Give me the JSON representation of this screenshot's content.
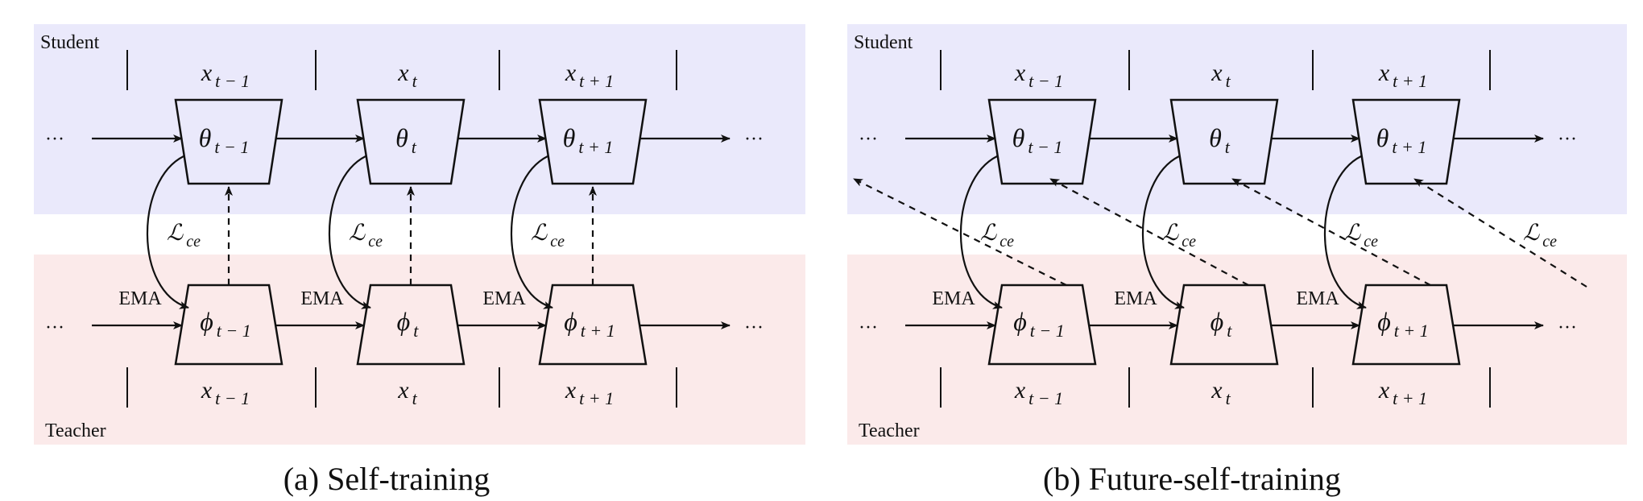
{
  "panels": [
    {
      "id": "a",
      "caption": "(a) Self-training",
      "student_label": "Student",
      "teacher_label": "Teacher",
      "top_inputs": [
        {
          "base": "x",
          "sub": "t − 1"
        },
        {
          "base": "x",
          "sub": "t"
        },
        {
          "base": "x",
          "sub": "t + 1"
        }
      ],
      "bottom_inputs": [
        {
          "base": "x",
          "sub": "t − 1"
        },
        {
          "base": "x",
          "sub": "t"
        },
        {
          "base": "x",
          "sub": "t + 1"
        }
      ],
      "student_nodes": [
        {
          "base": "θ",
          "sub": "t − 1"
        },
        {
          "base": "θ",
          "sub": "t"
        },
        {
          "base": "θ",
          "sub": "t + 1"
        }
      ],
      "teacher_nodes": [
        {
          "base": "ϕ",
          "sub": "t − 1"
        },
        {
          "base": "ϕ",
          "sub": "t"
        },
        {
          "base": "ϕ",
          "sub": "t + 1"
        }
      ],
      "ema_label": "EMA",
      "loss_label": {
        "base": "ℒ",
        "sub": "ce"
      },
      "ellipsis": "···"
    },
    {
      "id": "b",
      "caption": "(b) Future-self-training",
      "student_label": "Student",
      "teacher_label": "Teacher",
      "top_inputs": [
        {
          "base": "x",
          "sub": "t − 1"
        },
        {
          "base": "x",
          "sub": "t"
        },
        {
          "base": "x",
          "sub": "t + 1"
        }
      ],
      "bottom_inputs": [
        {
          "base": "x",
          "sub": "t − 1"
        },
        {
          "base": "x",
          "sub": "t"
        },
        {
          "base": "x",
          "sub": "t + 1"
        }
      ],
      "student_nodes": [
        {
          "base": "θ",
          "sub": "t − 1"
        },
        {
          "base": "θ",
          "sub": "t"
        },
        {
          "base": "θ",
          "sub": "t + 1"
        }
      ],
      "teacher_nodes": [
        {
          "base": "ϕ",
          "sub": "t − 1"
        },
        {
          "base": "ϕ",
          "sub": "t"
        },
        {
          "base": "ϕ",
          "sub": "t + 1"
        }
      ],
      "ema_label": "EMA",
      "loss_label": {
        "base": "ℒ",
        "sub": "ce"
      },
      "ellipsis": "···"
    }
  ],
  "colors": {
    "student_band": "#eae9fb",
    "teacher_band": "#fbeaea",
    "stroke": "#111111"
  }
}
